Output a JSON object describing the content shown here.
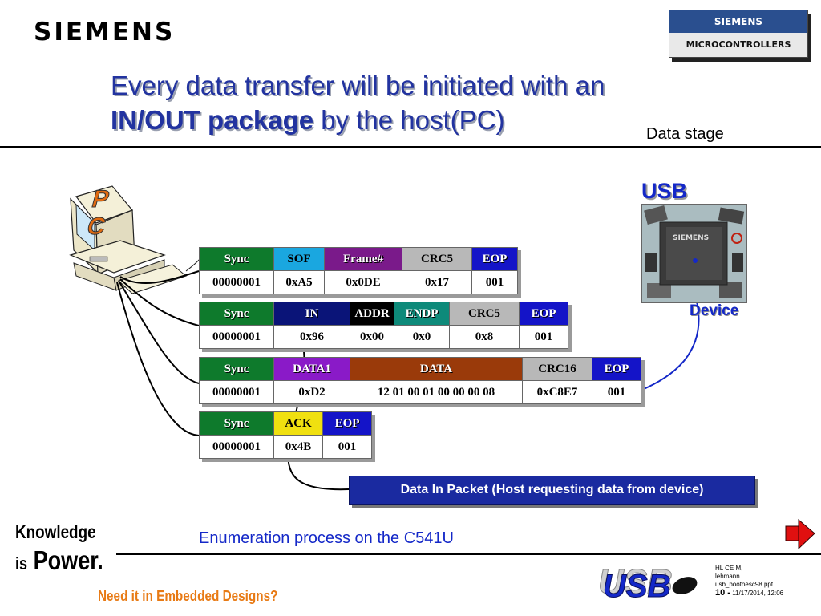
{
  "header": {
    "brand": "SIEMENS",
    "badge_top": "SIEMENS",
    "badge_bottom": "MICROCONTROLLERS"
  },
  "title": {
    "line1": "Every data transfer will be initiated with an",
    "line2_bold": "IN/OUT package",
    "line2_rest": " by the host(PC)"
  },
  "stage_label": "Data stage",
  "pc_label": "PC",
  "device": {
    "bus_label": "USB",
    "chip_text": "SIEMENS",
    "label": "Device"
  },
  "packets": [
    {
      "fields": [
        {
          "name": "Sync",
          "value": "00000001",
          "color": "#0e7a2c"
        },
        {
          "name": "SOF",
          "value": "0xA5",
          "color": "#1aa7e0",
          "text_color": "#000"
        },
        {
          "name": "Frame#",
          "value": "0x0DE",
          "color": "#7a1a8a"
        },
        {
          "name": "CRC5",
          "value": "0x17",
          "color": "#b8b8b8",
          "text_color": "#000"
        },
        {
          "name": "EOP",
          "value": "001",
          "color": "#1414c8"
        }
      ]
    },
    {
      "fields": [
        {
          "name": "Sync",
          "value": "00000001",
          "color": "#0e7a2c"
        },
        {
          "name": "IN",
          "value": "0x96",
          "color": "#0a1478"
        },
        {
          "name": "ADDR",
          "value": "0x00",
          "color": "#000000"
        },
        {
          "name": "ENDP",
          "value": "0x0",
          "color": "#0e8a7a"
        },
        {
          "name": "CRC5",
          "value": "0x8",
          "color": "#b8b8b8",
          "text_color": "#000"
        },
        {
          "name": "EOP",
          "value": "001",
          "color": "#1414c8"
        }
      ]
    },
    {
      "fields": [
        {
          "name": "Sync",
          "value": "00000001",
          "color": "#0e7a2c"
        },
        {
          "name": "DATA1",
          "value": "0xD2",
          "color": "#8a1ac8"
        },
        {
          "name": "DATA",
          "value": "12 01 00 01 00 00 00 08",
          "color": "#9a3a0a"
        },
        {
          "name": "CRC16",
          "value": "0xC8E7",
          "color": "#b8b8b8",
          "text_color": "#000"
        },
        {
          "name": "EOP",
          "value": "001",
          "color": "#1414c8"
        }
      ]
    },
    {
      "fields": [
        {
          "name": "Sync",
          "value": "00000001",
          "color": "#0e7a2c"
        },
        {
          "name": "ACK",
          "value": "0x4B",
          "color": "#f0e010",
          "text_color": "#000"
        },
        {
          "name": "EOP",
          "value": "001",
          "color": "#1414c8"
        }
      ]
    }
  ],
  "note": "Data In Packet (Host requesting data from device)",
  "caption": "Enumeration process on the C541U",
  "footer": {
    "slogan_line1": "Knowledge",
    "slogan_line2_small": "is",
    "slogan_line2_big": "Power.",
    "tagline": "Need it in Embedded Designs?",
    "usb_logo": "USB",
    "info_line1": "HL CE M,",
    "info_line2": "lehmann",
    "info_line3": "usb_boothesc98.ppt",
    "page_number": "10 -",
    "date": "11/17/2014, 12:06"
  }
}
